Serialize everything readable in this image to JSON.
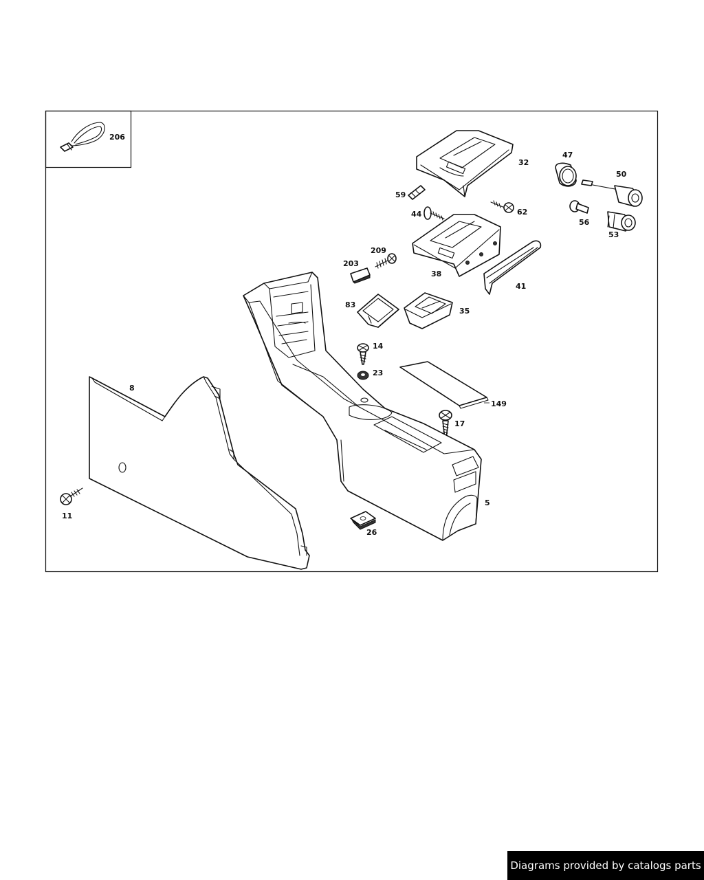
{
  "parts": {
    "p206": "206",
    "p32": "32",
    "p47": "47",
    "p50": "50",
    "p59": "59",
    "p62": "62",
    "p44": "44",
    "p56": "56",
    "p53": "53",
    "p209": "209",
    "p203": "203",
    "p38": "38",
    "p41": "41",
    "p83": "83",
    "p35": "35",
    "p14": "14",
    "p23": "23",
    "p8": "8",
    "p149": "149",
    "p17": "17",
    "p11": "11",
    "p5": "5",
    "p26": "26"
  },
  "footer": {
    "credit": "Diagrams provided by catalogs parts"
  }
}
